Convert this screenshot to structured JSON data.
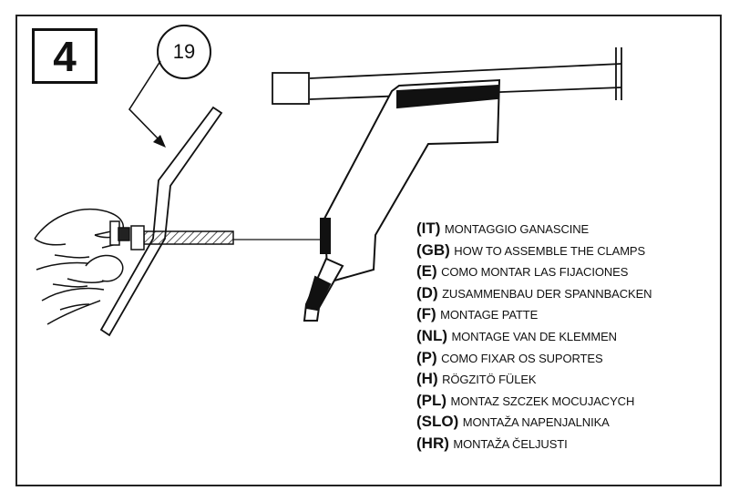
{
  "step": {
    "number": "4",
    "part_callout": "19"
  },
  "legend": [
    {
      "code": "(IT)",
      "text": "MONTAGGIO GANASCINE"
    },
    {
      "code": "(GB)",
      "text": "HOW TO ASSEMBLE THE CLAMPS"
    },
    {
      "code": "(E)",
      "text": "COMO MONTAR LAS FIJACIONES"
    },
    {
      "code": "(D)",
      "text": "ZUSAMMENBAU DER SPANNBACKEN"
    },
    {
      "code": "(F)",
      "text": "MONTAGE PATTE"
    },
    {
      "code": "(NL)",
      "text": "MONTAGE VAN DE KLEMMEN"
    },
    {
      "code": "(P)",
      "text": "COMO FIXAR OS SUPORTES"
    },
    {
      "code": "(H)",
      "text": "RÖGZITÖ FÜLEK"
    },
    {
      "code": "(PL)",
      "text": "MONTAZ SZCZEK MOCUJACYCH"
    },
    {
      "code": "(SLO)",
      "text": "MONTAŽA NAPENJALNIKA"
    },
    {
      "code": "(HR)",
      "text": "MONTAŽA ČELJUSTI"
    }
  ]
}
